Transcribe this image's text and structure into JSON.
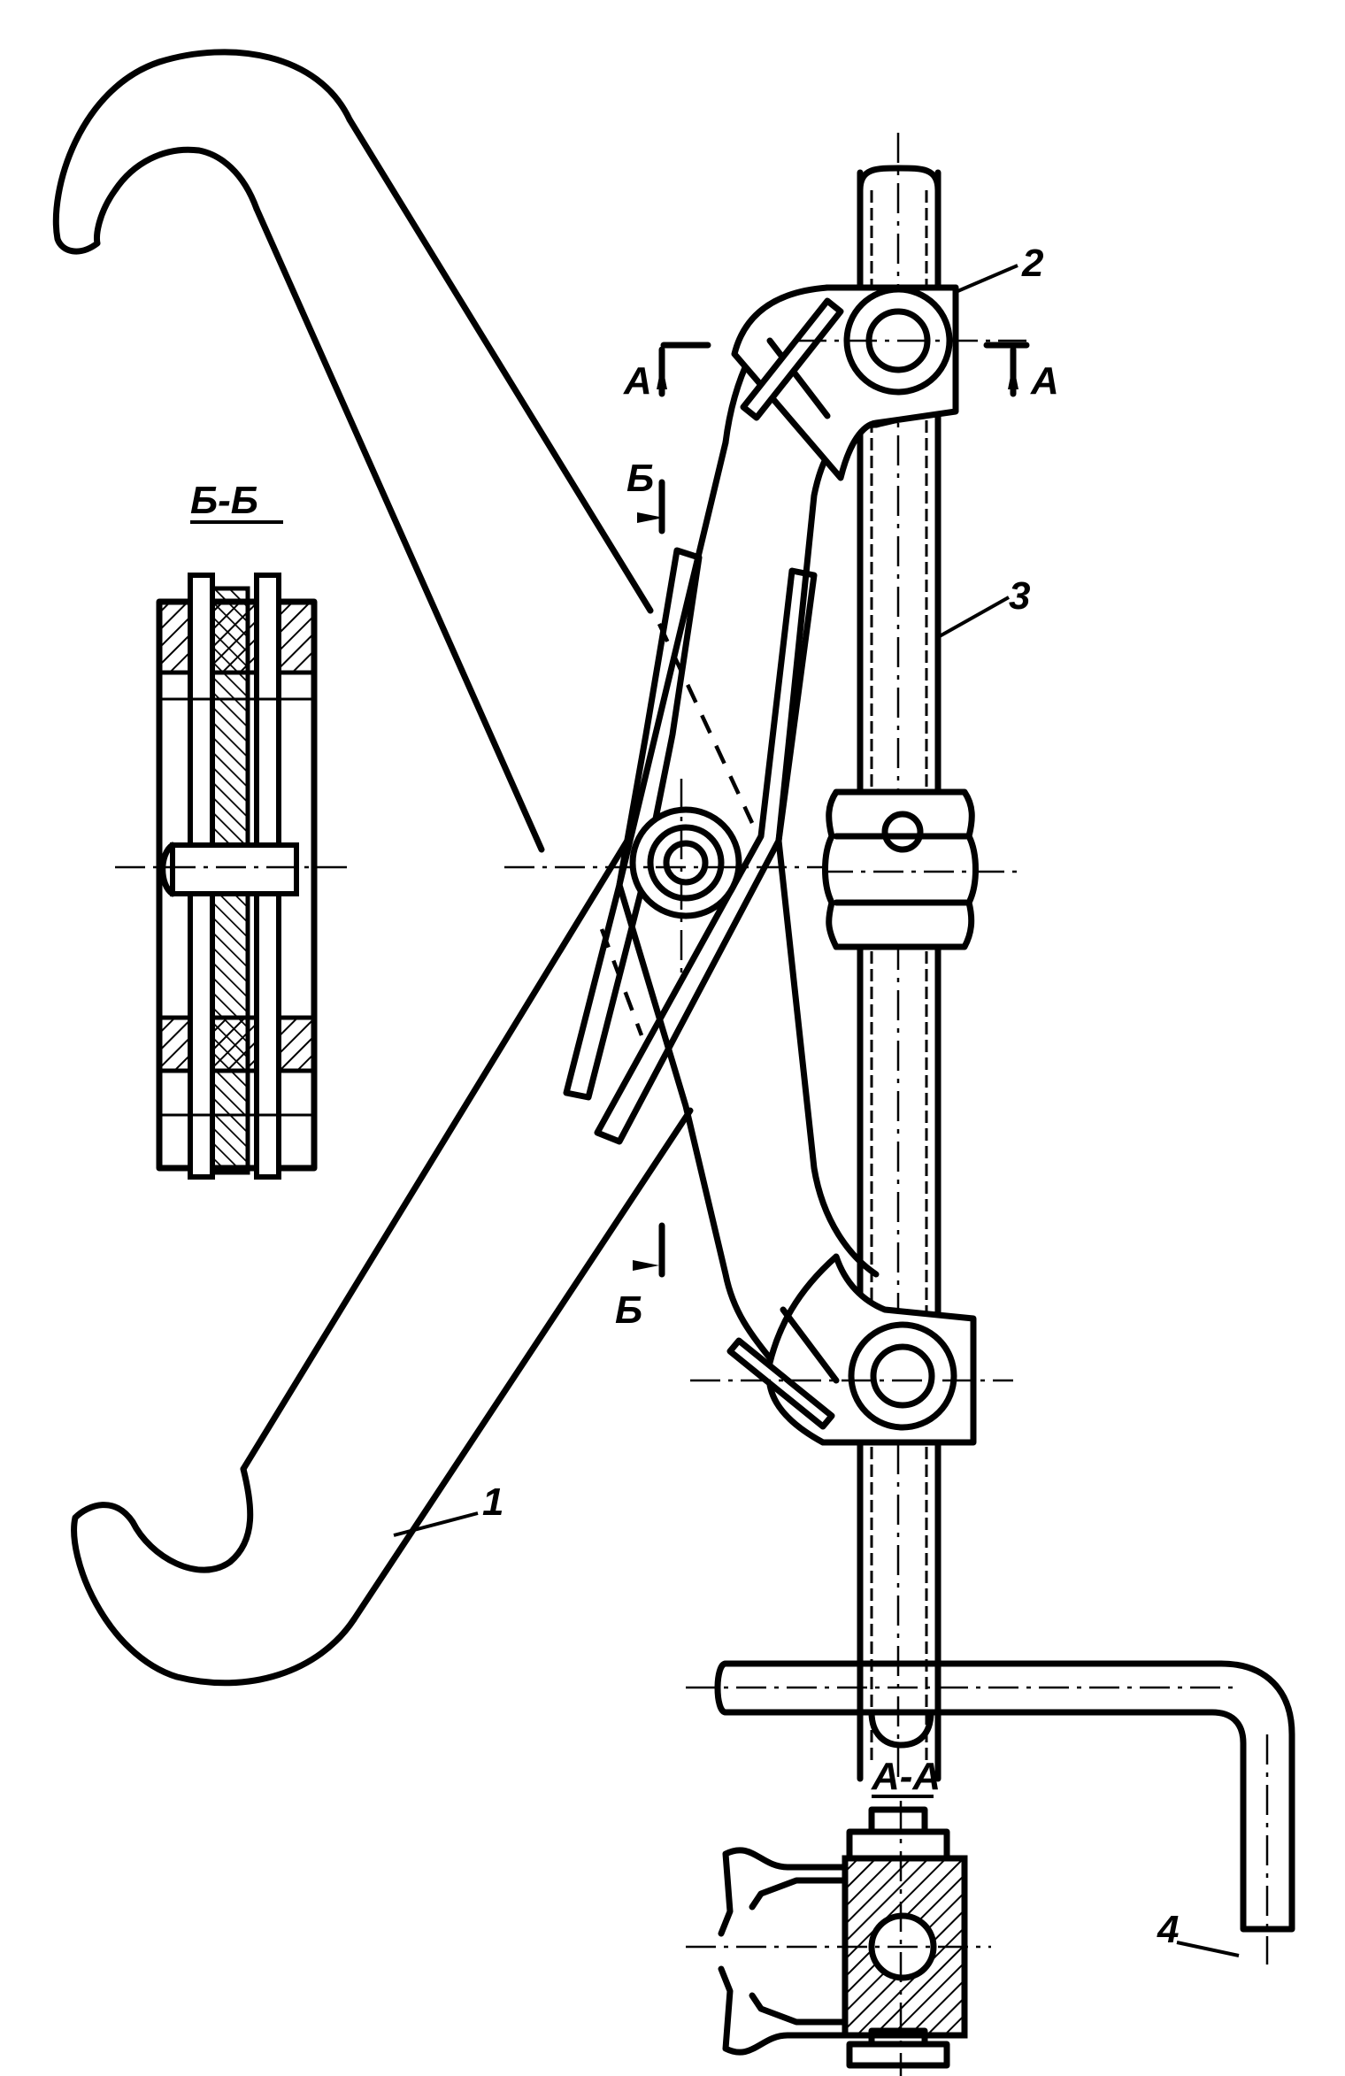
{
  "labels": {
    "part_1": "1",
    "part_2": "2",
    "part_3": "3",
    "part_4": "4",
    "section_a_left": "A",
    "section_a_right": "A",
    "section_b_top": "Б",
    "section_b_bottom": "Б",
    "section_bb_title": "Б-Б",
    "section_aa_title": "A-A"
  }
}
